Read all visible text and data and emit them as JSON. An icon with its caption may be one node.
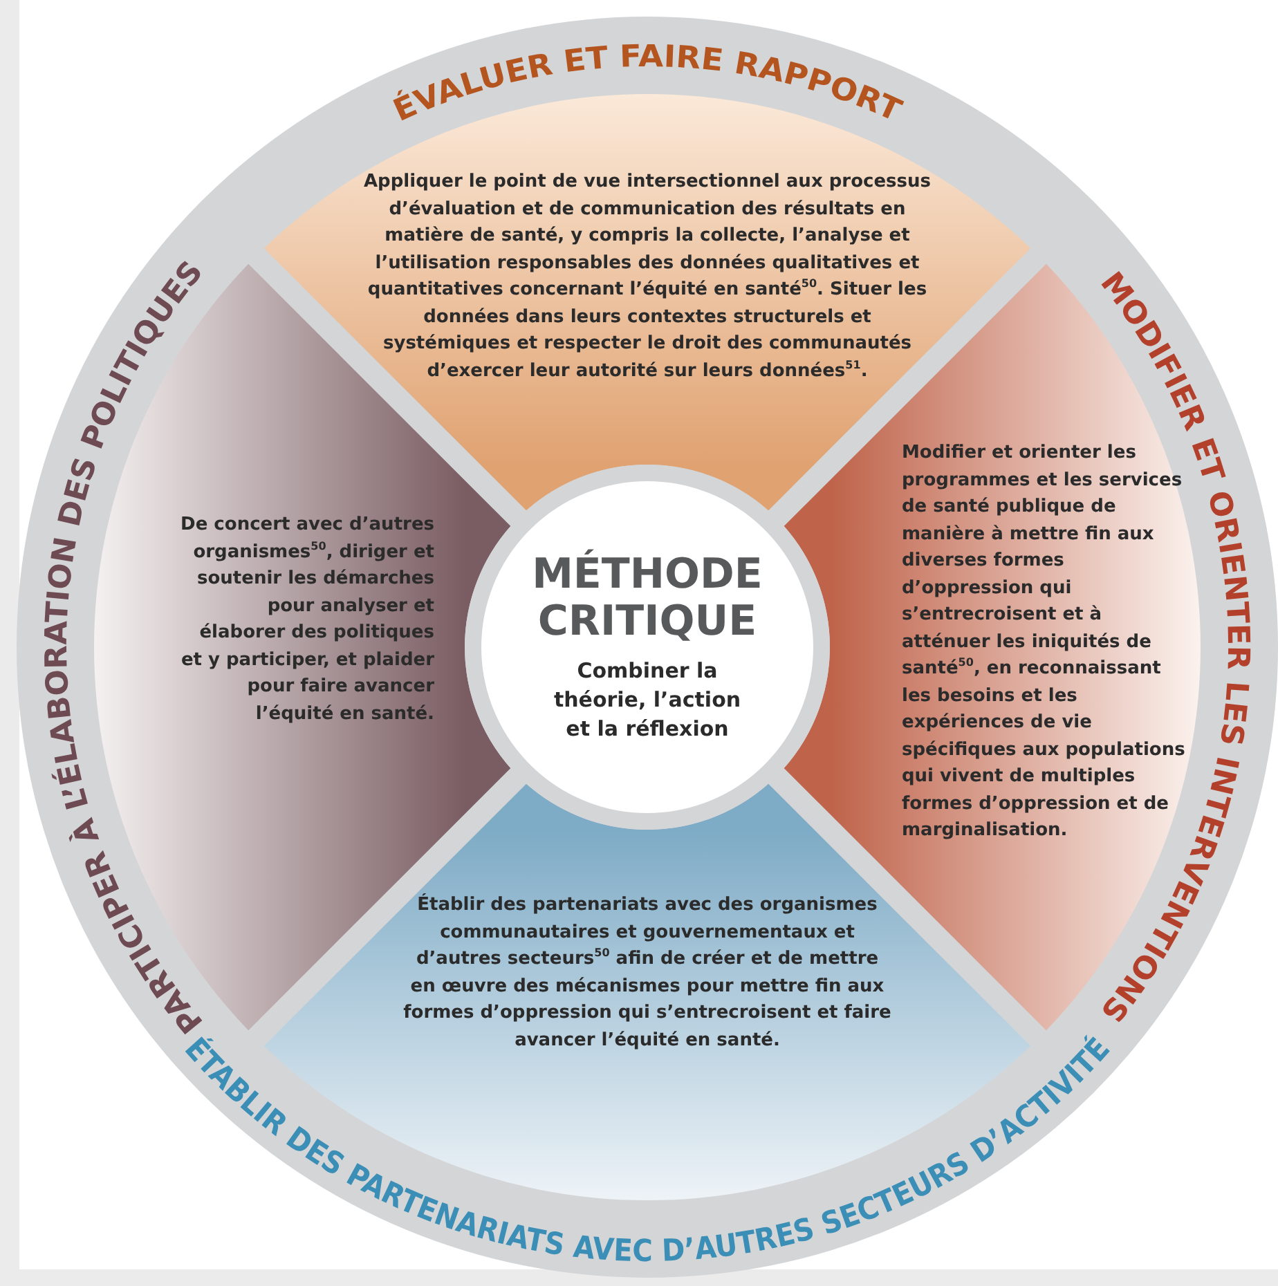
{
  "diagram": {
    "nodes": [
      {
        "text": [
          "ÉVALUER ET FAIRE RAPPORT",
          "Appliquer le point de vue intersectionnel aux processus d’évaluation et de communication des résultats en matière de santé, y compris la collecte, l’analyse et l’utilisation responsables des données qualitatives et quantitatives concernant l’équité en santé$^{50}$. Situer les données dans leurs contextes structurels et systémiques et respecter le droit des communautés d’exercer leur autorité sur leurs données$^{51}$."
        ]
      },
      {
        "text": [
          "PARTICIPER À L’ÉLABORATION DES POLITIQUES",
          "De concert avec d’autres organismes$^{50}$, diriger et soutenir les démarches pour analyser et élaborer des politiques et y participer, et plaider pour faire avancer l’équité en santé."
        ]
      },
      {
        "text": [
          "MÉTHODE CRITIQUE",
          "Combiner la théorie, l’action et la réflexion"
        ]
      },
      {
        "text": [
          "MODIFIER ET ORIENTER LES INTERVENTIONS",
          "Modifier et orienter les programmes et les services de santé publique de manière à mettre fin aux diverses formes d’oppression qui s’entrecroisent et à atténuer les iniquités de santé$^{50}$, en reconnaissant les besoins et les expériences de vie spécifiques aux populations qui vivent de multiples formes d’oppression et de marginalisation."
        ]
      },
      {
        "text": [
          "ÉTABLIR DES PARTENARIATS AVEC D’AUTRES SECTEURS D’ACTIVITÉ",
          "Établir des partenariats avec des organismes communautaires et gouvernementaux et d’autres secteurs$^{50}$ afin de créer et de mettre en œuvre des mécanismes pour mettre fin aux formes d’oppression qui s’entrecroisent et faire avancer l’équité en santé."
        ]
      }
    ]
  }
}
